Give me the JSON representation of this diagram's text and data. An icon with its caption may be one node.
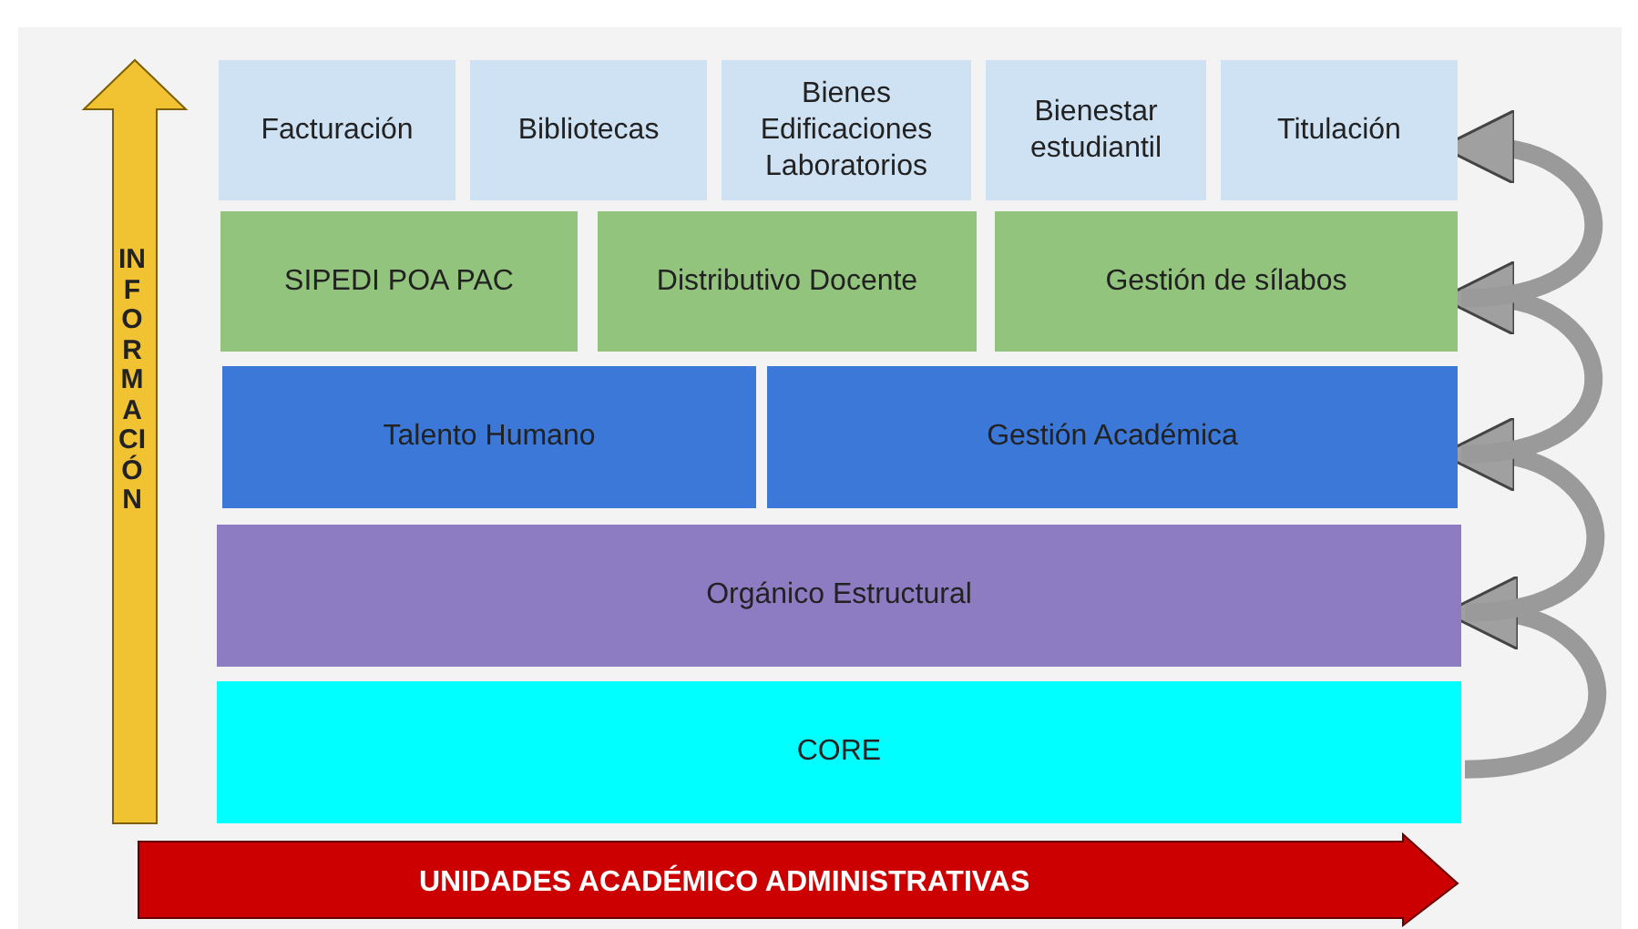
{
  "diagram": {
    "nodes": [
      {
        "text": [
          "Facturación"
        ]
      },
      {
        "text": [
          "Bibliotecas"
        ]
      },
      {
        "text": [
          "Bienes Edificaciones Laboratorios"
        ]
      },
      {
        "text": [
          "Bienestar estudiantil"
        ]
      },
      {
        "text": [
          "Titulación"
        ]
      },
      {
        "text": [
          "SIPEDI POA PAC"
        ]
      },
      {
        "text": [
          "Distributivo Docente"
        ]
      },
      {
        "text": [
          "Gestión de sílabos"
        ]
      },
      {
        "text": [
          "Talento Humano"
        ]
      },
      {
        "text": [
          "Gestión Académica"
        ]
      },
      {
        "text": [
          "Orgánico Estructural"
        ]
      },
      {
        "text": [
          "CORE"
        ]
      }
    ],
    "edges": [
      {
        "from": 11,
        "to": 10,
        "arrow": "to"
      },
      {
        "from": 10,
        "to": 9,
        "arrow": "to"
      },
      {
        "from": 9,
        "to": 7,
        "arrow": "to"
      },
      {
        "from": 7,
        "to": 4,
        "arrow": "to"
      }
    ],
    "labels": [
      "INFORMACIÓN",
      "UNIDADES ACADÉMICO ADMINISTRATIVAS"
    ]
  }
}
